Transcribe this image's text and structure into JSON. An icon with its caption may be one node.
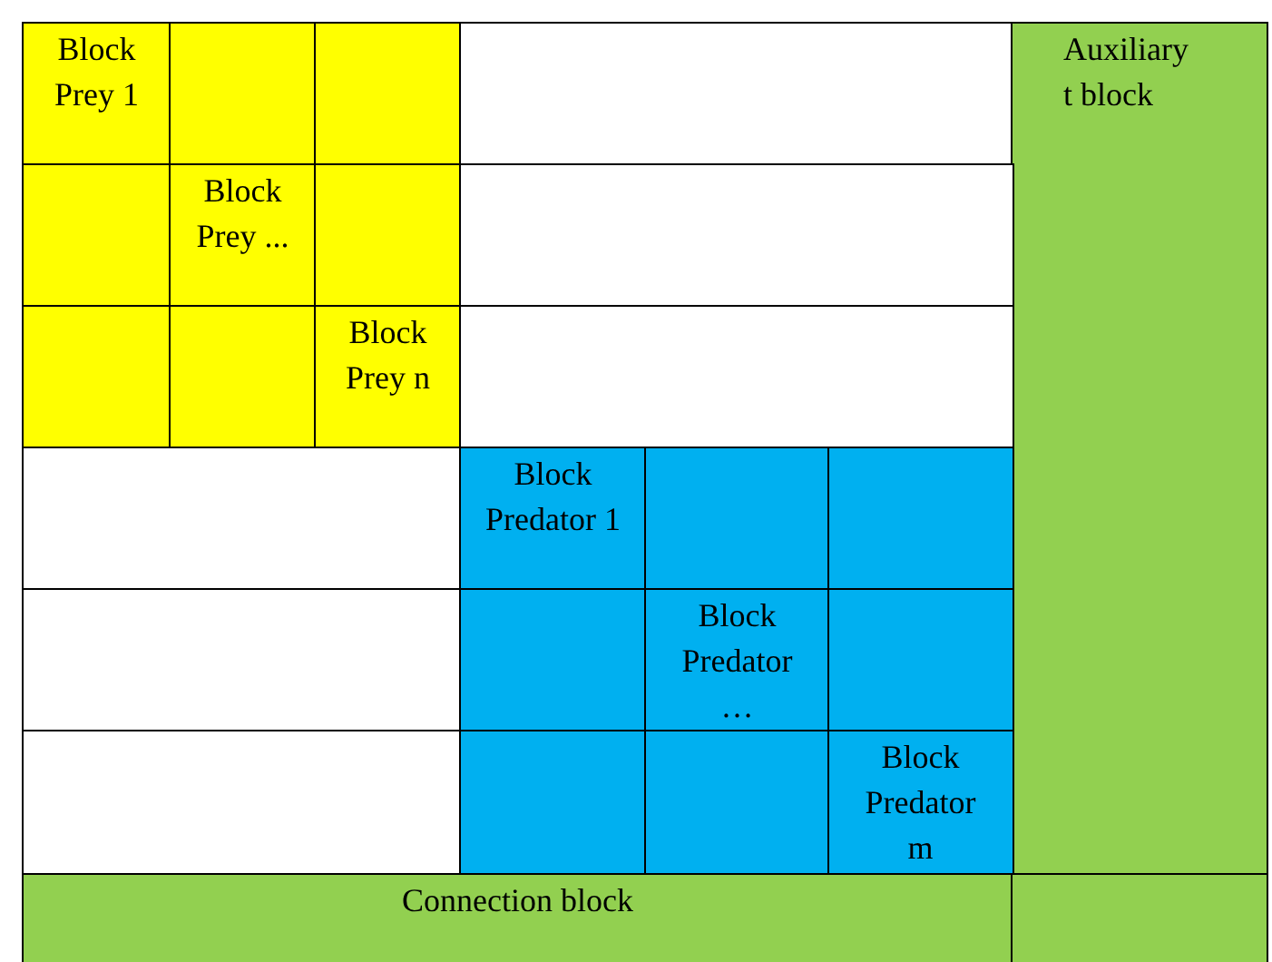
{
  "diagram": {
    "nodes": [
      {
        "text": [
          "Block Prey 1"
        ]
      },
      {
        "text": [],
        "shape": "box"
      },
      {
        "text": [],
        "shape": "box"
      },
      {
        "text": [],
        "shape": "box"
      },
      {
        "text": [
          "Auxiliary t block"
        ]
      },
      {
        "text": [],
        "shape": "box"
      },
      {
        "text": [
          "Block Prey ..."
        ]
      },
      {
        "text": [],
        "shape": "box"
      },
      {
        "text": [],
        "shape": "box"
      },
      {
        "text": [],
        "shape": "box"
      },
      {
        "text": [],
        "shape": "box"
      },
      {
        "text": [
          "Block Prey n"
        ]
      },
      {
        "text": [],
        "shape": "box"
      },
      {
        "text": [],
        "shape": "box"
      },
      {
        "text": [
          "Block Predator 1"
        ]
      },
      {
        "text": [],
        "shape": "box"
      },
      {
        "text": [],
        "shape": "box"
      },
      {
        "text": [],
        "shape": "box"
      },
      {
        "text": [],
        "shape": "box"
      },
      {
        "text": [
          "Block Predator …"
        ]
      },
      {
        "text": [],
        "shape": "box"
      },
      {
        "text": [],
        "shape": "box"
      },
      {
        "text": [],
        "shape": "box"
      },
      {
        "text": [],
        "shape": "box"
      },
      {
        "text": [
          "Block Predator m"
        ]
      },
      {
        "text": [
          "Connection block"
        ]
      },
      {
        "text": [],
        "shape": "box"
      }
    ],
    "edges": []
  }
}
